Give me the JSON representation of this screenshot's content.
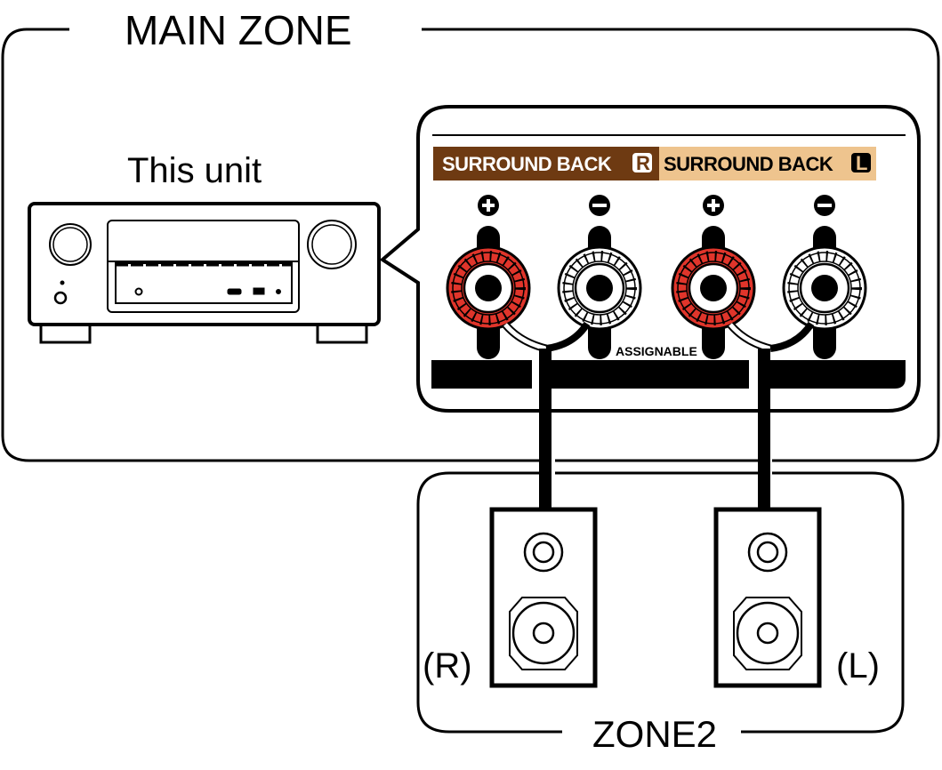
{
  "main_zone": {
    "title": "MAIN ZONE"
  },
  "unit": {
    "title": "This unit"
  },
  "terminal_panel": {
    "channels": [
      {
        "label": "SURROUND BACK",
        "badge": "R",
        "band_color": "#6e3a12",
        "text_color": "#ffffff"
      },
      {
        "label": "SURROUND BACK",
        "badge": "L",
        "band_color": "#eec48e",
        "text_color": "#000000"
      }
    ],
    "polarity": [
      "+",
      "−",
      "+",
      "−"
    ],
    "terminal_colors": {
      "positive": "#e0352b",
      "negative": "#ffffff"
    },
    "assignable_label": "ASSIGNABLE"
  },
  "zone2": {
    "title": "ZONE2",
    "speakers": [
      {
        "label": "(R)"
      },
      {
        "label": "(L)"
      }
    ]
  }
}
